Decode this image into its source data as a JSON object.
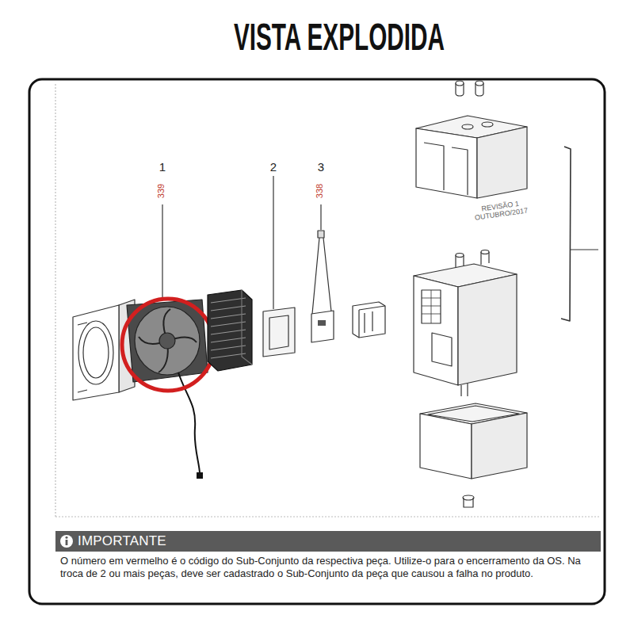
{
  "diagram": {
    "title": "VISTA EXPLODIDA",
    "nodes": [
      {
        "text": [
          "IMPORTANTE",
          "O número em vermelho é o código do Sub-Conjunto da respectiva peça. Utilize-o para o encerramento da OS. Na troca de 2 ou mais peças, deve ser cadastrado o Sub-Conjunto da peça que causou a falha no produto."
        ]
      }
    ],
    "labels": [
      "1",
      "339",
      "2",
      "3",
      "338",
      "REVISÃO 1 OUTUBRO/2017"
    ]
  }
}
